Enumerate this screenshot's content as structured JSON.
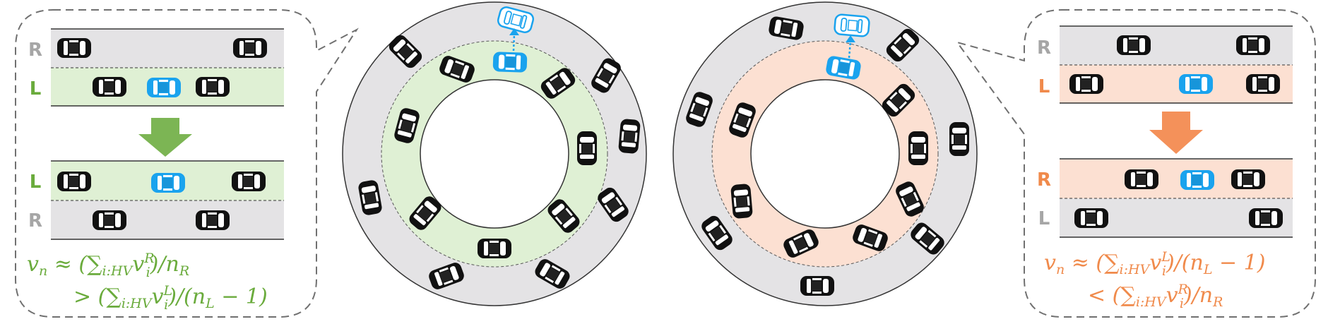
{
  "colors": {
    "green": "#6aab3c",
    "green_fill": "#dff0d4",
    "orange": "#f08a4b",
    "orange_fill": "#fce0d2",
    "gray_fill": "#e4e3e5",
    "gray_letter": "#a6a6a6",
    "blue_car": "#1aa3ee",
    "black_car": "#111111"
  },
  "left_panel": {
    "top_lanes": [
      "R",
      "L"
    ],
    "bottom_lanes": [
      "L",
      "R"
    ],
    "formula_line1": {
      "lhs": "v",
      "lhs_sub": "n",
      "approx": " ≈ (",
      "sum": "∑",
      "sum_sub": "i:HV",
      "v": "v",
      "v_sub": "i",
      "v_sup": "R",
      "rest": ")/n",
      "rest_sub": "R"
    },
    "formula_line2": {
      "op": "> (",
      "sum": "∑",
      "sum_sub": "i:HV",
      "v": "v",
      "v_sub": "i",
      "v_sup": "L",
      "rest": ")/(n",
      "rest_sub": "L",
      "tail": " − 1)"
    }
  },
  "right_panel": {
    "top_lanes": [
      "R",
      "L"
    ],
    "bottom_lanes": [
      "R",
      "L"
    ],
    "formula_line1": {
      "lhs": "v",
      "lhs_sub": "n",
      "approx": " ≈ (",
      "sum": "∑",
      "sum_sub": "i:HV",
      "v": "v",
      "v_sub": "i",
      "v_sup": "L",
      "rest": ")/(n",
      "rest_sub": "L",
      "tail": " − 1)"
    },
    "formula_line2": {
      "op": "< (",
      "sum": "∑",
      "sum_sub": "i:HV",
      "v": "v",
      "v_sub": "i",
      "v_sup": "R",
      "rest": ")/n",
      "rest_sub": "R"
    }
  }
}
